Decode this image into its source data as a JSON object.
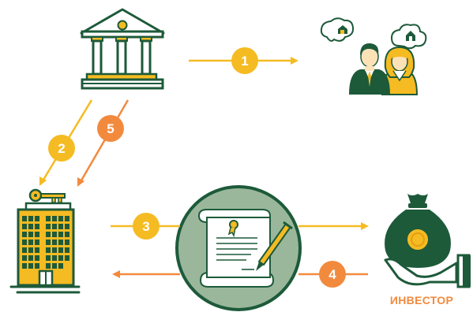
{
  "diagram": {
    "caption_investor": "ИНВЕСТОР",
    "steps": [
      {
        "number": "1"
      },
      {
        "number": "2"
      },
      {
        "number": "3"
      },
      {
        "number": "4"
      },
      {
        "number": "5"
      }
    ]
  },
  "icons": {
    "bank": "bank-building-icon",
    "clients": "couple-icon",
    "developer": "office-building-icon",
    "key": "key-icon",
    "contract": "certificate-contract-icon",
    "investor": "money-bag-hand-icon"
  },
  "colors": {
    "green_dark": "#1d5a3a",
    "green_circle": "#9ab79c",
    "yellow": "#f5bb22",
    "orange": "#f28a3e",
    "paper": "#ffffff",
    "caption": "#f28a3e"
  }
}
